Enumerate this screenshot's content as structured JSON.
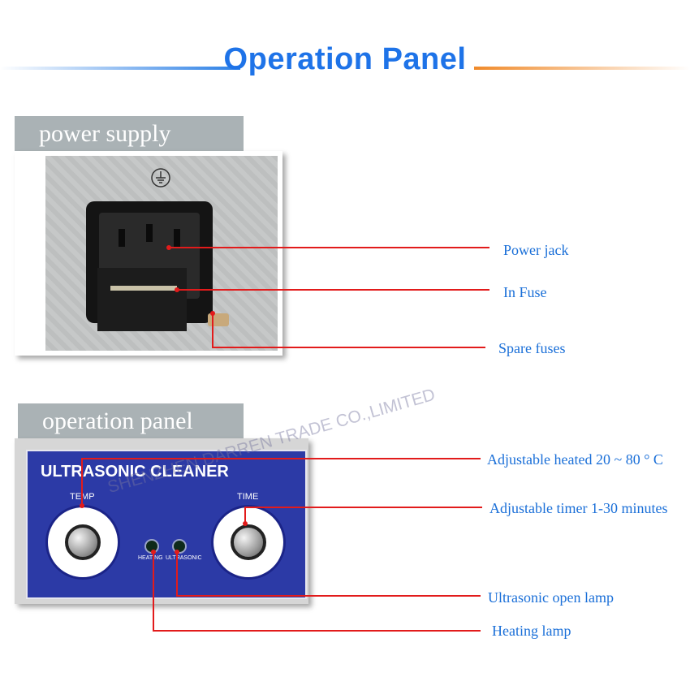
{
  "header": {
    "title": "Operation Panel"
  },
  "sections": {
    "power": {
      "tab_label": "power supply"
    },
    "operation": {
      "tab_label": "operation panel"
    }
  },
  "panel": {
    "title": "ULTRASONIC CLEANER",
    "temp_label": "TEMP",
    "time_label": "TIME",
    "heating_lamp_label": "HEATING",
    "ultrasonic_lamp_label": "ULTRASONIC",
    "watermark": "SHENZHEN DARREN TRADE CO.,LIMITED"
  },
  "callouts": {
    "power_jack": "Power jack",
    "in_fuse": "In Fuse",
    "spare_fuses": "Spare fuses",
    "adjustable_heated": "Adjustable heated 20 ~ 80 ° C",
    "adjustable_timer": "Adjustable timer 1-30 minutes",
    "ultrasonic_lamp": "Ultrasonic open lamp",
    "heating_lamp": "Heating lamp"
  },
  "colors": {
    "title_blue": "#1e73e8",
    "callout_blue": "#1a6fd8",
    "line_red": "#e21b1b",
    "tab_gray": "#aab2b5",
    "panel_blue": "#2c3aa6",
    "rule_orange": "#f08a2a"
  },
  "icons": [
    "ground-symbol-icon"
  ]
}
